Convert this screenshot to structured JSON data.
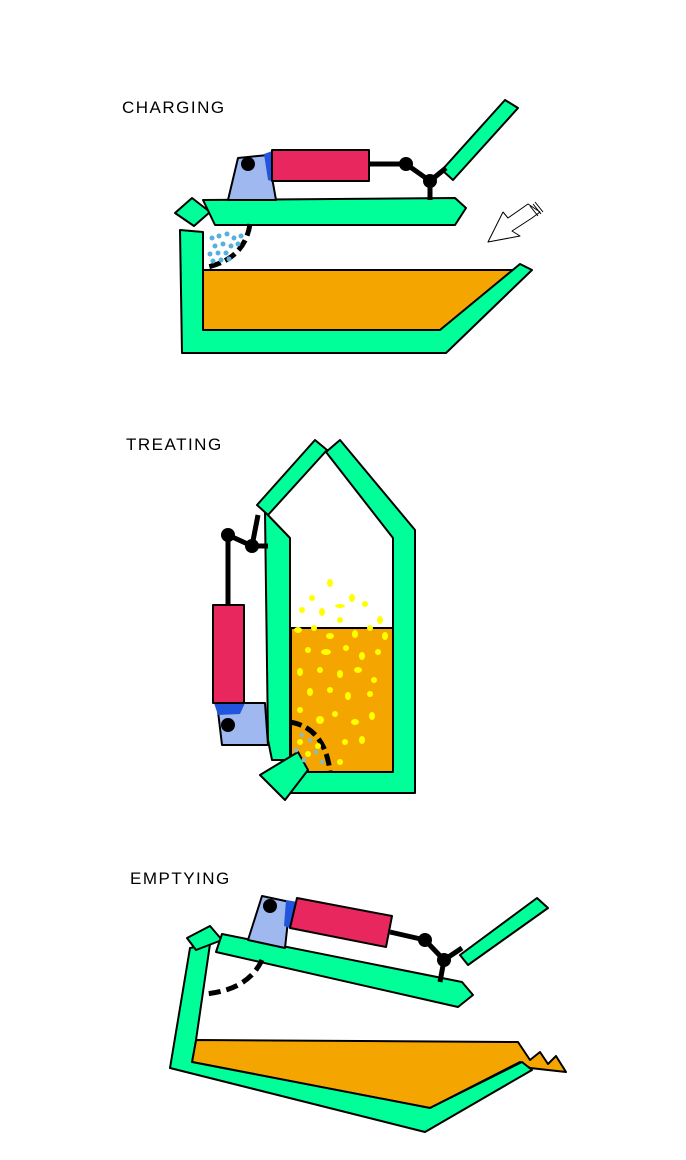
{
  "stages": [
    {
      "label": "CHARGING"
    },
    {
      "label": "TREATING"
    },
    {
      "label": "EMPTYING"
    }
  ],
  "colors": {
    "vessel": "#00ff99",
    "liquid": "#f5a500",
    "cylinder": "#e8275f",
    "mount": "#a0b8f0",
    "mount_accent": "#2255dd",
    "bubbles": "#ffff00",
    "particles": "#55b0e0",
    "outline": "#000000"
  }
}
